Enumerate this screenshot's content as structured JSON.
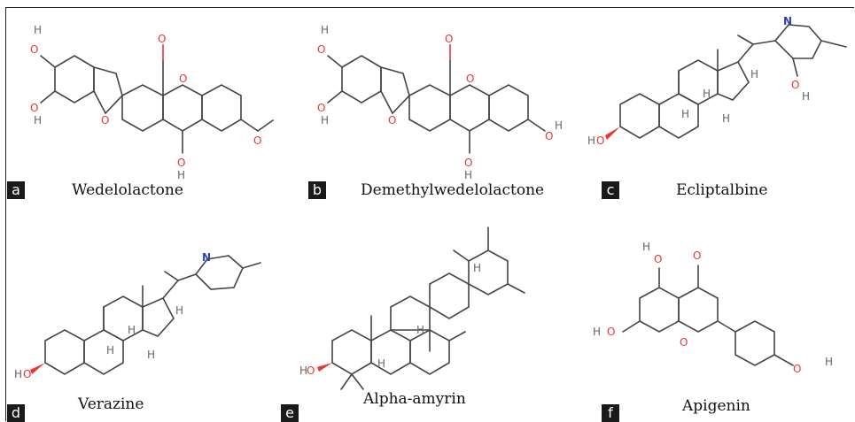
{
  "figure": {
    "panels": [
      {
        "letter": "a",
        "name": "Wedelolactone"
      },
      {
        "letter": "b",
        "name": "Demethylwedelolactone"
      },
      {
        "letter": "c",
        "name": "Ecliptalbine"
      },
      {
        "letter": "d",
        "name": "Verazine"
      },
      {
        "letter": "e",
        "name": "Alpha-amyrin"
      },
      {
        "letter": "f",
        "name": "Apigenin"
      }
    ],
    "atoms": {
      "o": "O",
      "h": "H",
      "n": "N",
      "oh": "HO",
      "ho": "OH"
    }
  }
}
